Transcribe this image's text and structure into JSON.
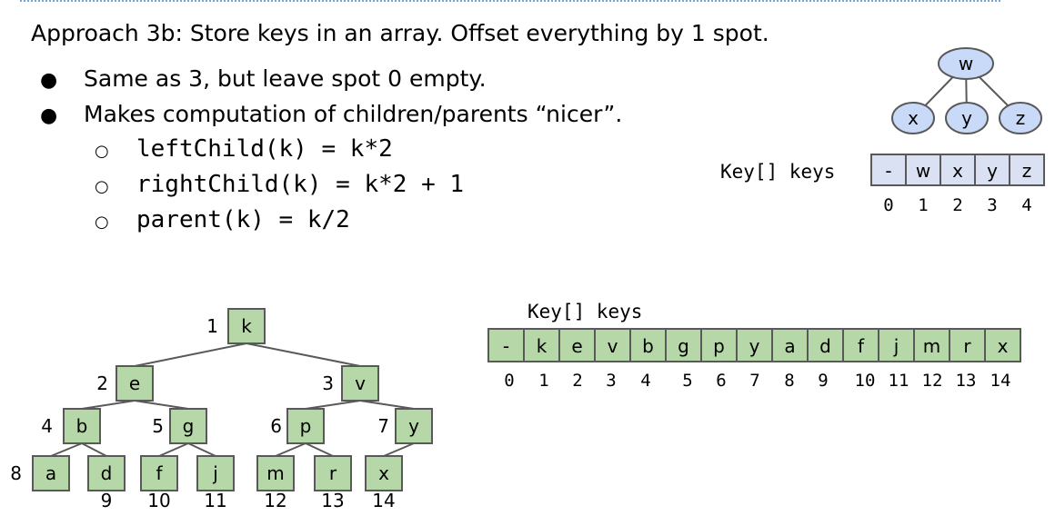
{
  "title": "Approach 3b: Store keys in an array. Offset everything by 1 spot.",
  "bullets": [
    "Same as 3, but leave spot 0 empty.",
    "Makes computation of children/parents “nicer”."
  ],
  "formulas": [
    "leftChild(k) = k*2",
    "rightChild(k) = k*2 + 1",
    "parent(k) = k/2"
  ],
  "bullet_symbol": "●",
  "sub_bullet_symbol": "○",
  "colors": {
    "node_fill": "#b6d7a8",
    "small_node_fill": "#c9daf8",
    "small_array_fill": "#d9e1f2",
    "stroke": "#595959",
    "dotted_rule": "#6fa8dc"
  },
  "small_example": {
    "array_label": "Key[] keys",
    "tree_nodes": [
      "w",
      "x",
      "y",
      "z"
    ],
    "cells": [
      "-",
      "w",
      "x",
      "y",
      "z"
    ],
    "indices": [
      "0",
      "1",
      "2",
      "3",
      "4"
    ]
  },
  "big_example": {
    "array_label": "Key[] keys",
    "cells": [
      "-",
      "k",
      "e",
      "v",
      "b",
      "g",
      "p",
      "y",
      "a",
      "d",
      "f",
      "j",
      "m",
      "r",
      "x"
    ],
    "indices": [
      "0",
      "1",
      "2",
      "3",
      "4",
      "5",
      "6",
      "7",
      "8",
      "9",
      "10",
      "11",
      "12",
      "13",
      "14"
    ],
    "tree_nodes": [
      {
        "key": "k",
        "index": "1"
      },
      {
        "key": "e",
        "index": "2"
      },
      {
        "key": "v",
        "index": "3"
      },
      {
        "key": "b",
        "index": "4"
      },
      {
        "key": "g",
        "index": "5"
      },
      {
        "key": "p",
        "index": "6"
      },
      {
        "key": "y",
        "index": "7"
      },
      {
        "key": "a",
        "index": "8"
      },
      {
        "key": "d",
        "index": "9"
      },
      {
        "key": "f",
        "index": "10"
      },
      {
        "key": "j",
        "index": "11"
      },
      {
        "key": "m",
        "index": "12"
      },
      {
        "key": "r",
        "index": "13"
      },
      {
        "key": "x",
        "index": "14"
      }
    ]
  }
}
